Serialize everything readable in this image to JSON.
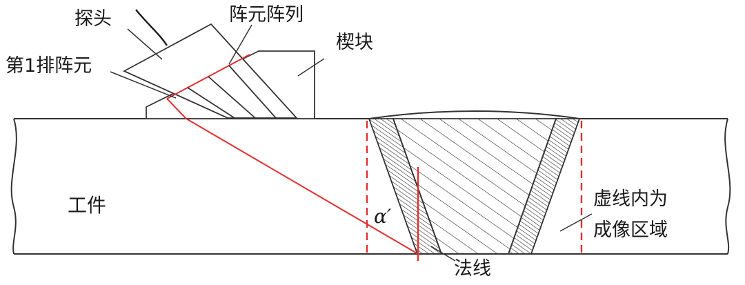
{
  "labels": {
    "probe": "探头",
    "element_array": "阵元阵列",
    "wedge": "楔块",
    "first_row_element": "第1排阵元",
    "workpiece": "工件",
    "imaging_region_line1": "虚线内为",
    "imaging_region_line2": "成像区域",
    "angle": "α′",
    "normal": "法线"
  },
  "colors": {
    "line": "#333333",
    "beam": "#e03030",
    "dashed": "#e03030",
    "background": "#ffffff"
  }
}
